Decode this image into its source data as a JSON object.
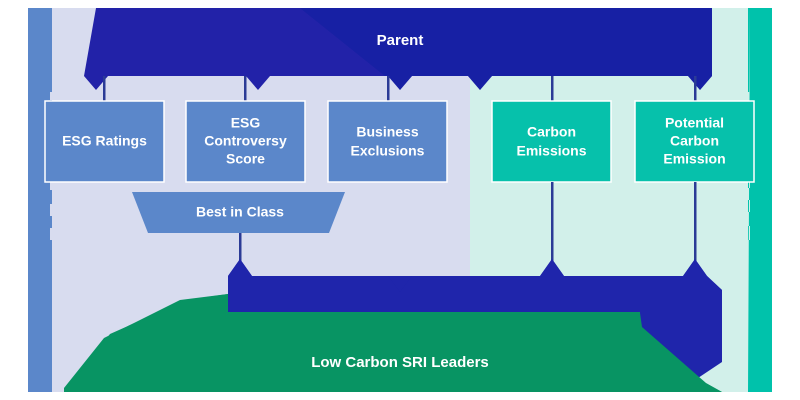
{
  "diagram": {
    "type": "index-construction-flow",
    "title_visible": false,
    "colors": {
      "canvas_background": "#ffffff",
      "left_panel_background": "#d8dcef",
      "right_panel_background": "#d2f0ea",
      "left_edge_bar": "#5b87ca",
      "right_edge_bar": "#00c2ab",
      "parent_banner": "#2222a8",
      "parent_banner_shade": "#0f1fa0",
      "esg_box": "#5b87ca",
      "carbon_box": "#06c1ab",
      "mid_band": "#1f25ab",
      "bottom_banner": "#089463",
      "connector_line": "#2b3b96",
      "box_border": "#ffffff",
      "label_text": "#ffffff"
    },
    "edge_bars": [
      {
        "name": "left-edge-bar",
        "color": "#5b87ca",
        "side": "left"
      },
      {
        "name": "right-edge-bar",
        "color": "#00c2ab",
        "side": "right"
      }
    ],
    "panels": [
      {
        "name": "esg-panel",
        "background": "#d8dcef"
      },
      {
        "name": "carbon-panel",
        "background": "#d2f0ea"
      }
    ],
    "parent": {
      "label": "Parent",
      "color": "#2222a8"
    },
    "esg_nodes": [
      {
        "id": "esg-ratings",
        "label": "ESG Ratings",
        "lines": [
          "ESG Ratings"
        ],
        "color": "#5b87ca"
      },
      {
        "id": "esg-controversy-score",
        "label": "ESG Controversy Score",
        "lines": [
          "ESG",
          "Controversy",
          "Score"
        ],
        "color": "#5b87ca"
      },
      {
        "id": "business-exclusions",
        "label": "Business Exclusions",
        "lines": [
          "Business",
          "Exclusions"
        ],
        "color": "#5b87ca"
      }
    ],
    "carbon_nodes": [
      {
        "id": "carbon-emissions",
        "label": "Carbon Emissions",
        "lines": [
          "Carbon",
          "Emissions"
        ],
        "color": "#06c1ab"
      },
      {
        "id": "potential-carbon-emission",
        "label": "Potential Carbon Emission",
        "lines": [
          "Potential",
          "Carbon",
          "Emission"
        ],
        "color": "#06c1ab"
      }
    ],
    "best_in_class": {
      "id": "best-in-class",
      "label": "Best in Class",
      "color": "#5b87ca",
      "shape": "trapezoid"
    },
    "mid_band": {
      "id": "mid-band",
      "label": "",
      "color": "#1f25ab"
    },
    "result": {
      "id": "low-carbon-sri-leaders",
      "label": "Low Carbon SRI Leaders",
      "color": "#089463"
    }
  }
}
